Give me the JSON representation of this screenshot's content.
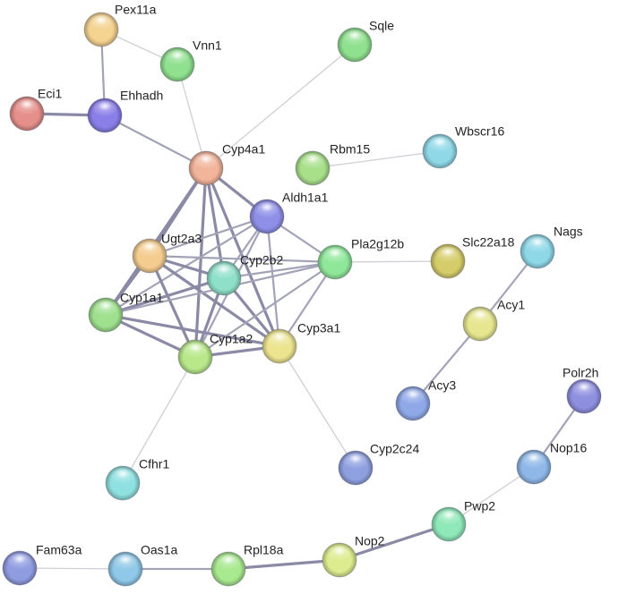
{
  "nodes": [
    {
      "id": "pex11a",
      "label": "Pex11a",
      "color": "#f4d28f"
    },
    {
      "id": "vnn1",
      "label": "Vnn1",
      "color": "#8fe08f"
    },
    {
      "id": "sqle",
      "label": "Sqle",
      "color": "#8fe08f"
    },
    {
      "id": "eci1",
      "label": "Eci1",
      "color": "#e58f8a"
    },
    {
      "id": "ehhadh",
      "label": "Ehhadh",
      "color": "#8a7fe8"
    },
    {
      "id": "cyp4a1",
      "label": "Cyp4a1",
      "color": "#f2b49a"
    },
    {
      "id": "rbm15",
      "label": "Rbm15",
      "color": "#a8e08a"
    },
    {
      "id": "wbscr16",
      "label": "Wbscr16",
      "color": "#8fd8e8"
    },
    {
      "id": "aldh1a1",
      "label": "Aldh1a1",
      "color": "#8f8fe8"
    },
    {
      "id": "ugt2a3",
      "label": "Ugt2a3",
      "color": "#f4cc8f"
    },
    {
      "id": "cyp2b2",
      "label": "Cyp2b2",
      "color": "#8fe0c8"
    },
    {
      "id": "pla2g12b",
      "label": "Pla2g12b",
      "color": "#8fe89a"
    },
    {
      "id": "slc22a18",
      "label": "Slc22a18",
      "color": "#d6cd6a"
    },
    {
      "id": "nags",
      "label": "Nags",
      "color": "#8fd8e8"
    },
    {
      "id": "cyp1a1",
      "label": "Cyp1a1",
      "color": "#9fe08f"
    },
    {
      "id": "acy1",
      "label": "Acy1",
      "color": "#e6e68f"
    },
    {
      "id": "cyp1a2",
      "label": "Cyp1a2",
      "color": "#b8e88a"
    },
    {
      "id": "cyp3a1",
      "label": "Cyp3a1",
      "color": "#ece48f"
    },
    {
      "id": "acy3",
      "label": "Acy3",
      "color": "#8fa8e8"
    },
    {
      "id": "polr2h",
      "label": "Polr2h",
      "color": "#8f8fe0"
    },
    {
      "id": "cyp2c24",
      "label": "Cyp2c24",
      "color": "#8fa0e0"
    },
    {
      "id": "nop16",
      "label": "Nop16",
      "color": "#8fb8e8"
    },
    {
      "id": "cfhr1",
      "label": "Cfhr1",
      "color": "#8fe0e0"
    },
    {
      "id": "pwp2",
      "label": "Pwp2",
      "color": "#8fe8b8"
    },
    {
      "id": "fam63a",
      "label": "Fam63a",
      "color": "#8f9ce0"
    },
    {
      "id": "oas1a",
      "label": "Oas1a",
      "color": "#8fc8e8"
    },
    {
      "id": "rpl18a",
      "label": "Rpl18a",
      "color": "#a8e88f"
    },
    {
      "id": "nop2",
      "label": "Nop2",
      "color": "#dcec8f"
    }
  ],
  "edges": [
    {
      "source": "pex11a",
      "target": "ehhadh",
      "weight": 2
    },
    {
      "source": "pex11a",
      "target": "vnn1",
      "weight": 1
    },
    {
      "source": "eci1",
      "target": "ehhadh",
      "weight": 3
    },
    {
      "source": "ehhadh",
      "target": "cyp4a1",
      "weight": 2
    },
    {
      "source": "vnn1",
      "target": "cyp4a1",
      "weight": 1
    },
    {
      "source": "sqle",
      "target": "cyp4a1",
      "weight": 1
    },
    {
      "source": "cyp4a1",
      "target": "aldh1a1",
      "weight": 3
    },
    {
      "source": "cyp4a1",
      "target": "ugt2a3",
      "weight": 3
    },
    {
      "source": "cyp4a1",
      "target": "cyp2b2",
      "weight": 3
    },
    {
      "source": "cyp4a1",
      "target": "cyp1a1",
      "weight": 3
    },
    {
      "source": "cyp4a1",
      "target": "cyp1a2",
      "weight": 3
    },
    {
      "source": "cyp4a1",
      "target": "cyp3a1",
      "weight": 3
    },
    {
      "source": "aldh1a1",
      "target": "ugt2a3",
      "weight": 2
    },
    {
      "source": "aldh1a1",
      "target": "cyp2b2",
      "weight": 2
    },
    {
      "source": "aldh1a1",
      "target": "cyp1a1",
      "weight": 2
    },
    {
      "source": "aldh1a1",
      "target": "cyp1a2",
      "weight": 2
    },
    {
      "source": "aldh1a1",
      "target": "cyp3a1",
      "weight": 2
    },
    {
      "source": "aldh1a1",
      "target": "pla2g12b",
      "weight": 2
    },
    {
      "source": "ugt2a3",
      "target": "cyp2b2",
      "weight": 3
    },
    {
      "source": "ugt2a3",
      "target": "cyp1a1",
      "weight": 3
    },
    {
      "source": "ugt2a3",
      "target": "cyp1a2",
      "weight": 3
    },
    {
      "source": "ugt2a3",
      "target": "cyp3a1",
      "weight": 3
    },
    {
      "source": "ugt2a3",
      "target": "pla2g12b",
      "weight": 2
    },
    {
      "source": "cyp2b2",
      "target": "cyp1a1",
      "weight": 3
    },
    {
      "source": "cyp2b2",
      "target": "cyp1a2",
      "weight": 3
    },
    {
      "source": "cyp2b2",
      "target": "cyp3a1",
      "weight": 3
    },
    {
      "source": "cyp2b2",
      "target": "pla2g12b",
      "weight": 2
    },
    {
      "source": "cyp1a1",
      "target": "cyp1a2",
      "weight": 3
    },
    {
      "source": "cyp1a1",
      "target": "cyp3a1",
      "weight": 3
    },
    {
      "source": "cyp1a1",
      "target": "pla2g12b",
      "weight": 2
    },
    {
      "source": "cyp1a2",
      "target": "cyp3a1",
      "weight": 3
    },
    {
      "source": "cyp1a2",
      "target": "pla2g12b",
      "weight": 2
    },
    {
      "source": "cyp3a1",
      "target": "pla2g12b",
      "weight": 2
    },
    {
      "source": "pla2g12b",
      "target": "slc22a18",
      "weight": 1
    },
    {
      "source": "cyp3a1",
      "target": "cyp2c24",
      "weight": 1
    },
    {
      "source": "cyp1a2",
      "target": "cfhr1",
      "weight": 1
    },
    {
      "source": "rbm15",
      "target": "wbscr16",
      "weight": 1
    },
    {
      "source": "nags",
      "target": "acy1",
      "weight": 2
    },
    {
      "source": "acy1",
      "target": "acy3",
      "weight": 2
    },
    {
      "source": "polr2h",
      "target": "nop16",
      "weight": 2
    },
    {
      "source": "nop16",
      "target": "pwp2",
      "weight": 1
    },
    {
      "source": "pwp2",
      "target": "nop2",
      "weight": 3
    },
    {
      "source": "nop2",
      "target": "rpl18a",
      "weight": 3
    },
    {
      "source": "rpl18a",
      "target": "oas1a",
      "weight": 2
    },
    {
      "source": "oas1a",
      "target": "fam63a",
      "weight": 1
    }
  ]
}
